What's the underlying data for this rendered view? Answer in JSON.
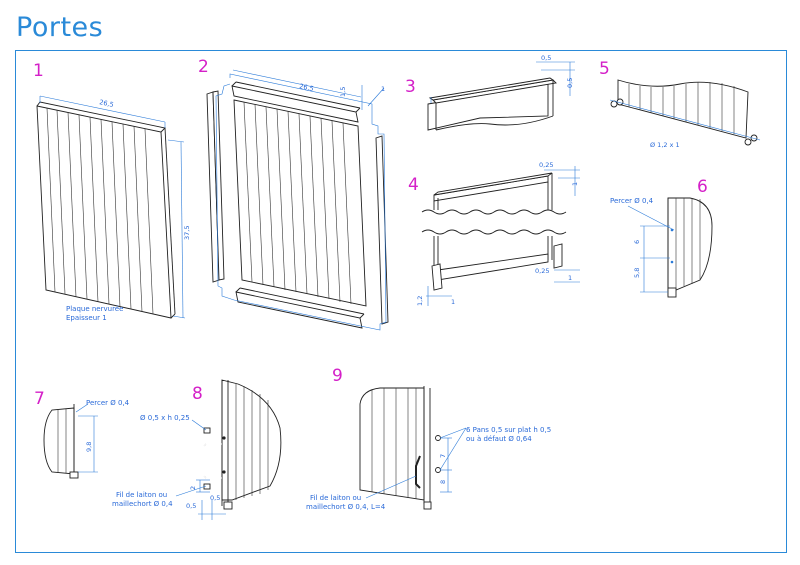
{
  "title": "Portes",
  "steps": [
    "1",
    "2",
    "3",
    "4",
    "5",
    "6",
    "7",
    "8",
    "9"
  ],
  "notes": {
    "plaque_line1": "Plaque nervurée",
    "plaque_line2": "Epaisseur 1",
    "percer6": "Percer Ø 0,4",
    "percer7": "Percer Ø 0,4",
    "fil5": "Ø 1,2 x 1",
    "bouton8": "Ø 0,5 x h 0,25",
    "fil8_line1": "Fil de laiton ou",
    "fil8_line2": "maillechort Ø 0,4",
    "fil9_line1": "Fil de laiton ou",
    "fil9_line2": "maillechort Ø 0,4, L=4",
    "pans9_line1": "6 Pans 0,5 sur plat h 0,5",
    "pans9_line2": "ou à défaut  Ø 0,64"
  },
  "dims": {
    "d1_w": "26,5",
    "d1_h": "37,5",
    "d2_w": "26,5",
    "d2_a": "1,5",
    "d2_b": "1",
    "d3_a": "0,5",
    "d3_b": "0,5",
    "d4_a": "0,25",
    "d4_b": "1",
    "d4_c": "0,25",
    "d4_d": "1",
    "d4_e": "1,2",
    "d4_f": "1",
    "d6_a": "6",
    "d6_b": "5,8",
    "d7_a": "9,8",
    "d8_a": "2",
    "d8_b": "0,5",
    "d8_c": "0,5",
    "d9_a": "7",
    "d9_b": "8"
  }
}
